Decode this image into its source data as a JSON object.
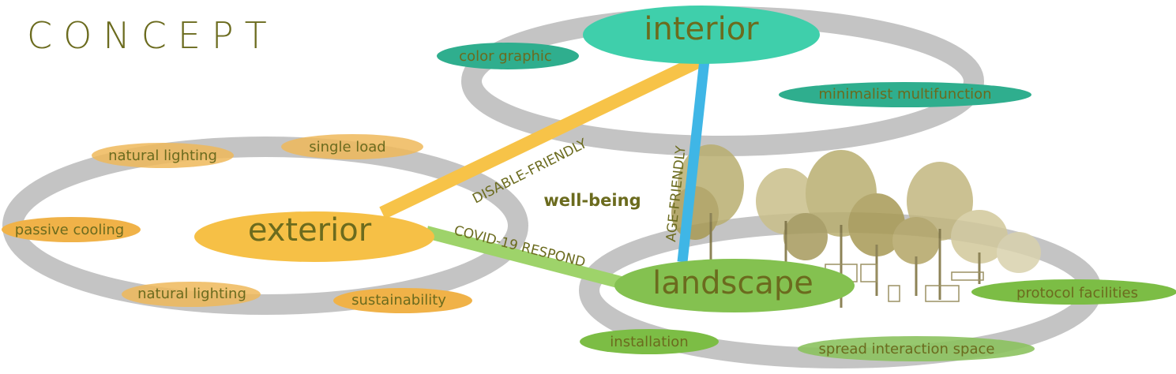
{
  "title": "CONCEPT",
  "center_label": "well-being",
  "hubs": {
    "interior": "interior",
    "exterior": "exterior",
    "landscape": "landscape"
  },
  "interior_items": [
    "color graphic",
    "minimalist multifunction"
  ],
  "exterior_items": [
    "natural lighting",
    "single load",
    "passive cooling",
    "natural lighting",
    "sustainability"
  ],
  "landscape_items": [
    "protocol facilities",
    "installation",
    "spread interaction space"
  ],
  "connectors": {
    "exterior_interior": "DISABLE-FRIENDLY",
    "interior_landscape": "AGE-FRIENDLY",
    "exterior_landscape": "COVID-19 RESPOND"
  },
  "colors": {
    "ring": "#c4c4c4",
    "interior": "#3fcfab",
    "interior_item": "#2fae8e",
    "exterior": "#f6c046",
    "exterior_item": "#f0b248",
    "landscape": "#84c150",
    "landscape_item": "#7cbd45",
    "connector_blue": "#3fb6e6",
    "connector_yellow": "#f7c348",
    "connector_green": "#9ed36a",
    "text": "#6b6b1e",
    "tree": "#b9ae70"
  }
}
